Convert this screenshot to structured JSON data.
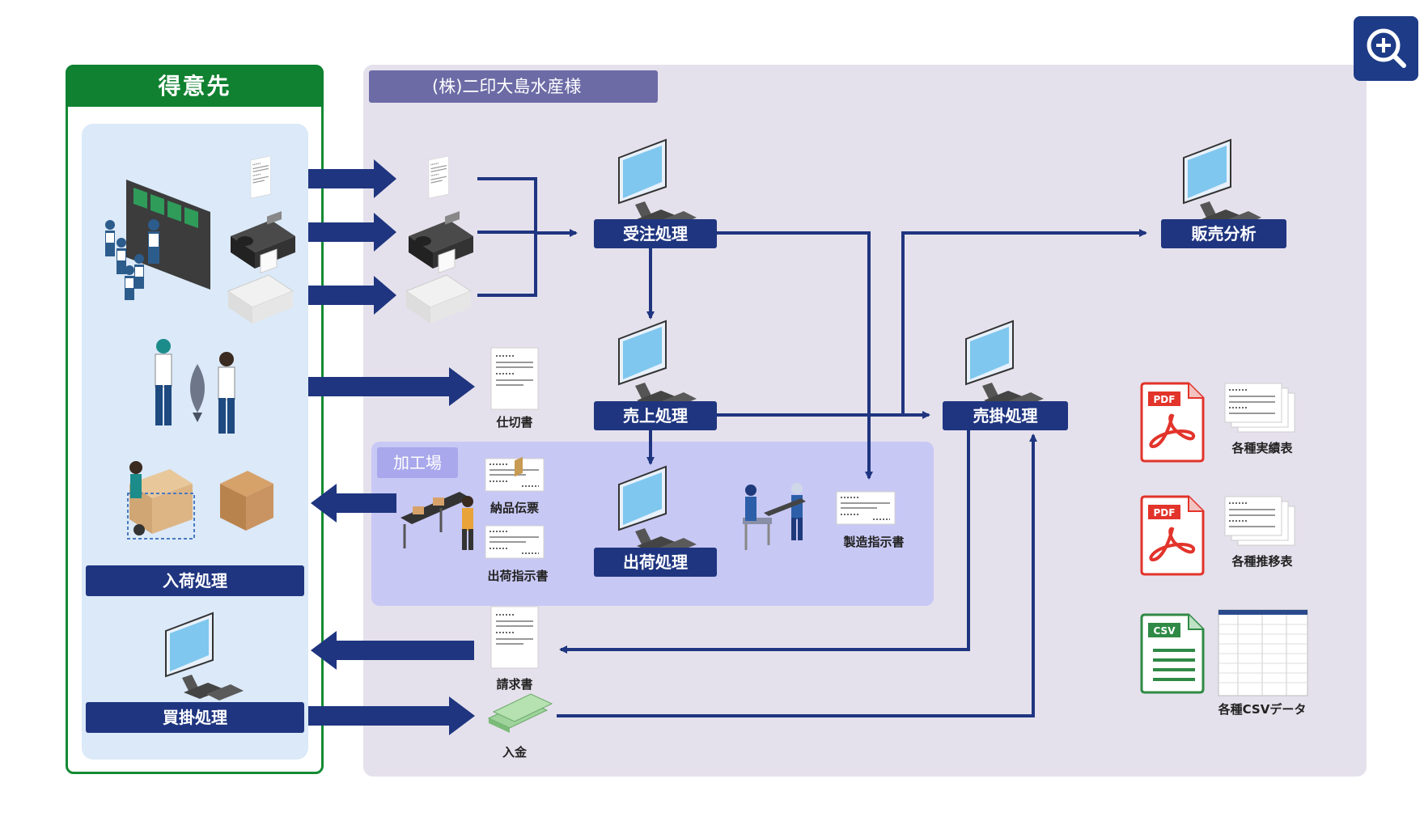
{
  "customer": {
    "title": "得意先",
    "nyuka_label": "入荷処理",
    "kaikake_label": "買掛処理"
  },
  "company": {
    "title": "(株)二印大島水産様"
  },
  "factory": {
    "title": "加工場"
  },
  "process": {
    "juchu": "受注処理",
    "uriage": "売上処理",
    "shukka": "出荷処理",
    "urikake": "売掛処理",
    "hanbai": "販売分析"
  },
  "documents": {
    "shikiri": "仕切書",
    "nohin": "納品伝票",
    "shukka_shiji": "出荷指示書",
    "seizo_shiji": "製造指示書",
    "seikyu": "請求書",
    "nyukin": "入金"
  },
  "outputs": {
    "jisseki": "各種実績表",
    "suii": "各種推移表",
    "csv": "各種CSVデータ",
    "pdf_badge": "PDF",
    "csv_badge": "CSV"
  },
  "colors": {
    "customer_green": "#0f8130",
    "arrow_navy": "#1f3580",
    "company_bg": "#e5e1ec",
    "factory_bg": "#c8c8f5",
    "pdf_red": "#e2342b",
    "csv_green": "#2f8a45"
  },
  "icons": {
    "zoom": "zoom-in-icon",
    "monitor": "monitor-icon",
    "fax": "fax-icon",
    "document": "document-icon",
    "money": "money-icon"
  }
}
